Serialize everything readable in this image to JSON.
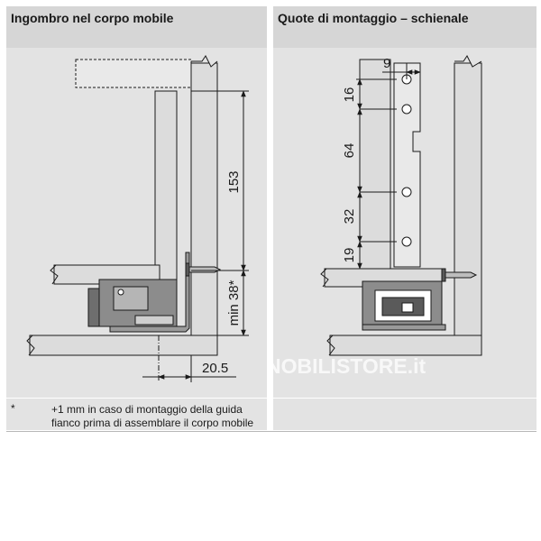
{
  "panels": {
    "left": {
      "title": "Ingombro nel corpo mobile"
    },
    "right": {
      "title": "Quote di montaggio – schienale"
    }
  },
  "left_dims": {
    "height": "153",
    "min_height": "min 38*",
    "offset": "20.5"
  },
  "right_dims": {
    "hole_offset": "9",
    "spacing_top": "16",
    "spacing_2": "64",
    "spacing_3": "32",
    "spacing_bottom": "19"
  },
  "footnote": {
    "marker": "*",
    "text": "+1 mm in caso di montaggio della guida fianco prima di assemblare il corpo mobile"
  },
  "watermark": "NOBILISTORE.it",
  "colors": {
    "header_bg": "#d6d6d6",
    "panel_bg": "#e3e3e3",
    "part_fill": "#dcdcdc",
    "line": "#1a1a1a"
  }
}
